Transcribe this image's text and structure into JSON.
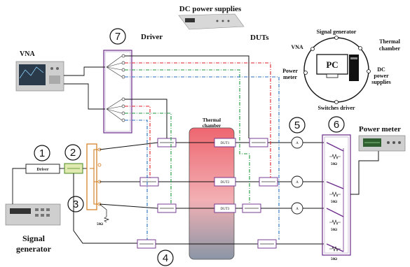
{
  "header": {
    "dc_supplies": "DC power supplies",
    "driver": "Driver",
    "duts": "DUTs"
  },
  "instruments": {
    "vna": "VNA",
    "signal_generator_line1": "Signal",
    "signal_generator_line2": "generator",
    "power_meter": "Power meter",
    "driver_box": "Driver"
  },
  "chamber": {
    "title_line1": "Thermal",
    "title_line2": "chamber",
    "dut1": "DUT1",
    "dut2": "DUT2",
    "dut3": "DUT3"
  },
  "loads": {
    "load_left": "50Ω",
    "load_right_1": "50Ω",
    "load_right_2": "50Ω",
    "load_right_3": "50Ω",
    "load_right_4": "50Ω"
  },
  "ammeter": "A",
  "numbers": {
    "n1": "1",
    "n2": "2",
    "n3": "3",
    "n4": "4",
    "n5": "5",
    "n6": "6",
    "n7": "7"
  },
  "pc_diagram": {
    "center": "PC",
    "signal_generator": "Signal generator",
    "thermal_line1": "Thermal",
    "thermal_line2": "chamber",
    "vna": "VNA",
    "power_meter_line1": "Power",
    "power_meter_line2": "meter",
    "dc_line1": "DC",
    "dc_line2": "power",
    "dc_line3": "supplies",
    "switches_driver": "Switches driver"
  },
  "colors": {
    "black_line": "#111111",
    "red_dash": "#e0202a",
    "green_dash": "#1e9a3c",
    "blue_dash": "#2a6fc0",
    "purple": "#6a2a8a",
    "orange": "#d07a1a",
    "chamber_top": "#ee6670",
    "chamber_bottom": "#8a96a6"
  }
}
